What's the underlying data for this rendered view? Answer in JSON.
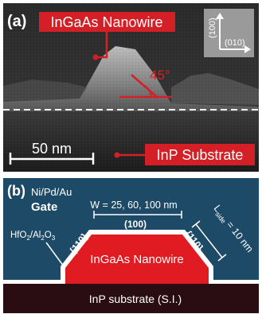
{
  "panel_a": {
    "label": "(a)",
    "nanowire_label": "InGaAs Nanowire",
    "angle_label": "45°",
    "scale_bar_label": "50 nm",
    "substrate_label": "InP Substrate",
    "orientation": {
      "vertical": "(100)",
      "horizontal": "(010)"
    },
    "colors": {
      "label_red": "#d41f26",
      "sem_dark": "#151515"
    }
  },
  "panel_b": {
    "label": "(b)",
    "gate_metals": "Ni/Pd/Au",
    "gate_label": "Gate",
    "width_label": "W = 25, 60, 100 nm",
    "top_facet": "(100)",
    "left_facet": "{110}",
    "right_facet": "{110}",
    "dielectric": {
      "base": "HfO",
      "sub1": "2",
      "mid": "/Al",
      "sub2": "2",
      "tail": "O",
      "sub3": "3"
    },
    "side_length": {
      "base": "L",
      "sub": "side",
      "value": " = 10 nm"
    },
    "nanowire_label": "InGaAs Nanowire",
    "substrate_label": "InP substrate (S.I.)",
    "colors": {
      "gate_blue": "#1d4a66",
      "nanowire_red": "#e11b22",
      "substrate_dark": "#2a0d12"
    }
  }
}
